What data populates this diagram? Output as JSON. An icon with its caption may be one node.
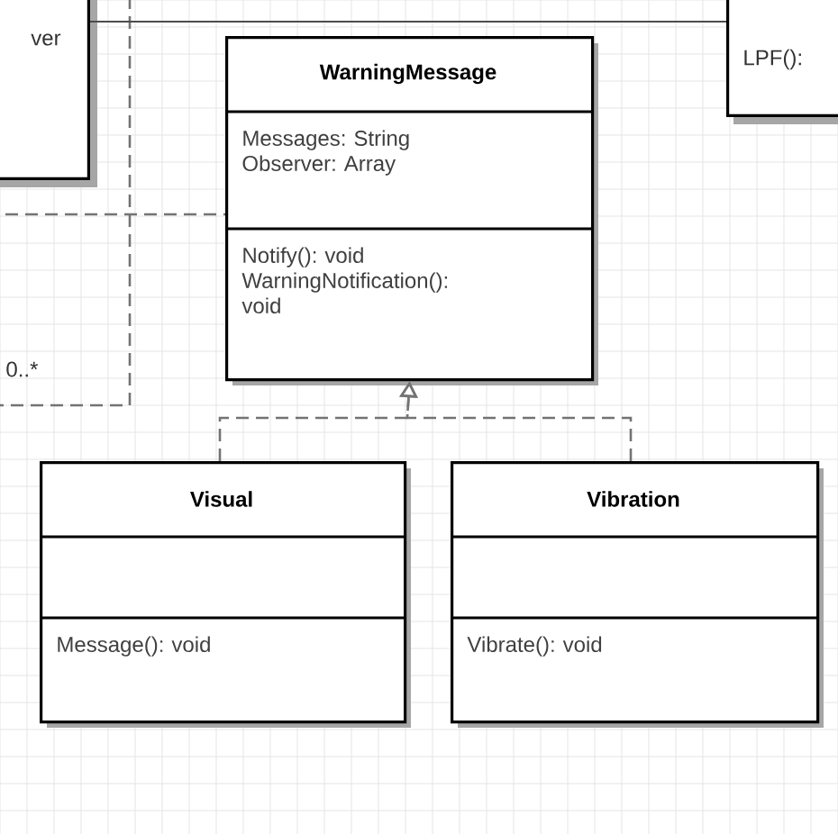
{
  "diagram": {
    "nodes": [
      {
        "text": [
          "ver"
        ]
      },
      {
        "text": [
          "WarningMessage",
          "Messages: String Observer: Array",
          "Notify(): void WarningNotification(): void"
        ]
      },
      {
        "text": [
          "LPF():"
        ]
      },
      {
        "text": [
          "Visual",
          "Message(): void"
        ]
      },
      {
        "text": [
          "Vibration",
          "Vibrate(): void"
        ]
      }
    ],
    "edges": [
      {
        "from": 0,
        "to": 2,
        "arrow": "none"
      },
      {
        "from": null,
        "to": 1,
        "arrow": "none",
        "style": "dashed"
      },
      {
        "from": 3,
        "to": 1,
        "arrow": "to",
        "style": "dashed"
      },
      {
        "from": 4,
        "to": 1,
        "arrow": "to",
        "style": "dashed"
      }
    ],
    "labels": [
      "0..*"
    ]
  }
}
